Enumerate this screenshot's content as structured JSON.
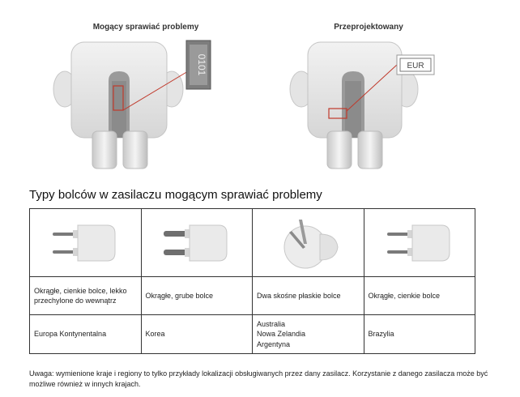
{
  "figures": {
    "left_title": "Mogący sprawiać problemy",
    "right_title": "Przeprojektowany",
    "left_callout_text": "0101",
    "right_callout_text": "EUR"
  },
  "section_heading": "Typy bolców w zasilaczu mogącym sprawiać problemy",
  "table": {
    "columns": [
      {
        "plug_icon": "thin-round-prong-plug-icon",
        "description": "Okrągłe, cienkie bolce, lekko przechylone do wewnątrz",
        "region_lines": [
          "Europa Kontynentalna"
        ]
      },
      {
        "plug_icon": "thick-round-prong-plug-icon",
        "description": "Okrągłe, grube bolce",
        "region_lines": [
          "Korea"
        ]
      },
      {
        "plug_icon": "slanted-flat-prong-plug-icon",
        "description": "Dwa skośne płaskie bolce",
        "region_lines": [
          "Australia",
          "Nowa Zelandia",
          "Argentyna"
        ]
      },
      {
        "plug_icon": "thin-round-prong-plug-icon",
        "description": "Okrągłe, cienkie bolce",
        "region_lines": [
          "Brazylia"
        ]
      }
    ]
  },
  "note": "Uwaga: wymienione kraje i regiony to tylko przykłady lokalizacji obsługiwanych przez dany zasilacz. Korzystanie z danego zasilacza może być możliwe również w innych krajach."
}
